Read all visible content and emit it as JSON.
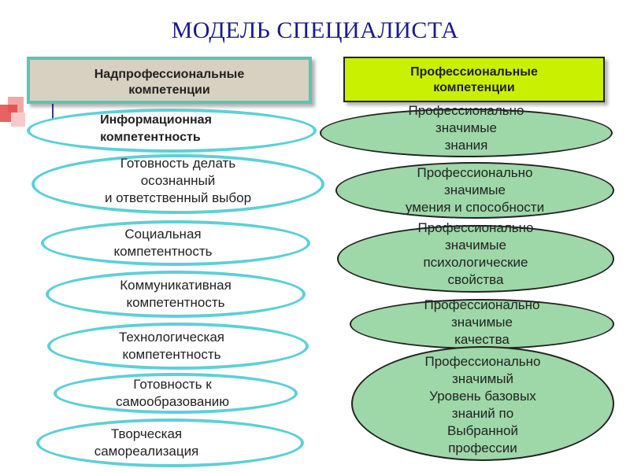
{
  "title": "МОДЕЛЬ СПЕЦИАЛИСТА",
  "left_header": {
    "line1": "Надпрофессиональные",
    "line2": "компетенции"
  },
  "right_header": {
    "line1": "Профессиональные",
    "line2": "компетенции"
  },
  "left_items": [
    {
      "lines": [
        "Информационная",
        "компетентность"
      ]
    },
    {
      "lines": [
        "Готовность делать",
        "осознанный",
        "и ответственный выбор"
      ]
    },
    {
      "lines": [
        "Социальная",
        "компетентность"
      ]
    },
    {
      "lines": [
        "Коммуникативная",
        "компетентность"
      ]
    },
    {
      "lines": [
        "Технологическая",
        "компетентность"
      ]
    },
    {
      "lines": [
        "Готовность к",
        "самообразованию"
      ]
    },
    {
      "lines": [
        "Творческая",
        "самореализация"
      ]
    }
  ],
  "right_items": [
    {
      "lines": [
        "Профессионально",
        "значимые",
        "знания"
      ]
    },
    {
      "lines": [
        "Профессионально",
        "значимые",
        "умения и способности"
      ]
    },
    {
      "lines": [
        "Профессионально",
        "значимые",
        "психологические",
        "свойства"
      ]
    },
    {
      "lines": [
        "Профессионально",
        "значимые",
        "качества"
      ]
    },
    {
      "lines": [
        "Профессионально",
        "значимый",
        "Уровень базовых",
        "знаний по",
        "Выбранной",
        "профессии"
      ]
    }
  ],
  "colors": {
    "title": "#1a1a8c",
    "left_header_bg": "#d8d0c0",
    "left_header_border": "#5cc4b0",
    "right_header_bg": "#c8f000",
    "left_oval_border": "#5cd0d8",
    "right_oval_bg": "#9ed7a8"
  }
}
